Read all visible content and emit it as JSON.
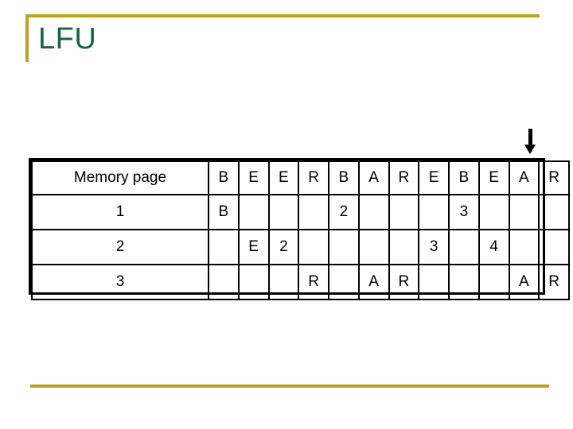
{
  "slide": {
    "title": "LFU",
    "title_color": "#17653f",
    "rule_color": "#c0a121",
    "background": "#ffffff"
  },
  "arrow": {
    "icon": "arrow-down-icon",
    "points_to_column_index": 11,
    "color": "#000000"
  },
  "table": {
    "row_label_header": "Memory page",
    "row_labels": [
      "1",
      "2",
      "3"
    ],
    "reference_string": [
      "B",
      "E",
      "E",
      "R",
      "B",
      "A",
      "R",
      "E",
      "B",
      "E",
      "A",
      "R"
    ],
    "colors": {
      "page_letter": "#bb77dd",
      "frequency_count": "#b01c2e",
      "header_text": "#000000",
      "border": "#000000"
    },
    "rows": [
      {
        "label": "1",
        "cells": [
          {
            "text": "B",
            "kind": "page"
          },
          {
            "text": "",
            "kind": "empty"
          },
          {
            "text": "",
            "kind": "empty"
          },
          {
            "text": "",
            "kind": "empty"
          },
          {
            "text": "2",
            "kind": "count"
          },
          {
            "text": "",
            "kind": "empty"
          },
          {
            "text": "",
            "kind": "empty"
          },
          {
            "text": "",
            "kind": "empty"
          },
          {
            "text": "3",
            "kind": "count"
          },
          {
            "text": "",
            "kind": "empty"
          },
          {
            "text": "",
            "kind": "empty"
          },
          {
            "text": "",
            "kind": "empty"
          }
        ]
      },
      {
        "label": "2",
        "cells": [
          {
            "text": "",
            "kind": "empty"
          },
          {
            "text": "E",
            "kind": "page"
          },
          {
            "text": "2",
            "kind": "count"
          },
          {
            "text": "",
            "kind": "empty"
          },
          {
            "text": "",
            "kind": "empty"
          },
          {
            "text": "",
            "kind": "empty"
          },
          {
            "text": "",
            "kind": "empty"
          },
          {
            "text": "3",
            "kind": "count"
          },
          {
            "text": "",
            "kind": "empty"
          },
          {
            "text": "4",
            "kind": "count"
          },
          {
            "text": "",
            "kind": "empty"
          },
          {
            "text": "",
            "kind": "empty"
          }
        ]
      },
      {
        "label": "3",
        "cells": [
          {
            "text": "",
            "kind": "empty"
          },
          {
            "text": "",
            "kind": "empty"
          },
          {
            "text": "",
            "kind": "empty"
          },
          {
            "text": "R",
            "kind": "page"
          },
          {
            "text": "",
            "kind": "empty"
          },
          {
            "text": "A",
            "kind": "page"
          },
          {
            "text": "R",
            "kind": "page"
          },
          {
            "text": "",
            "kind": "empty"
          },
          {
            "text": "",
            "kind": "empty"
          },
          {
            "text": "",
            "kind": "empty"
          },
          {
            "text": "A",
            "kind": "page"
          },
          {
            "text": "R",
            "kind": "page"
          }
        ]
      }
    ]
  }
}
